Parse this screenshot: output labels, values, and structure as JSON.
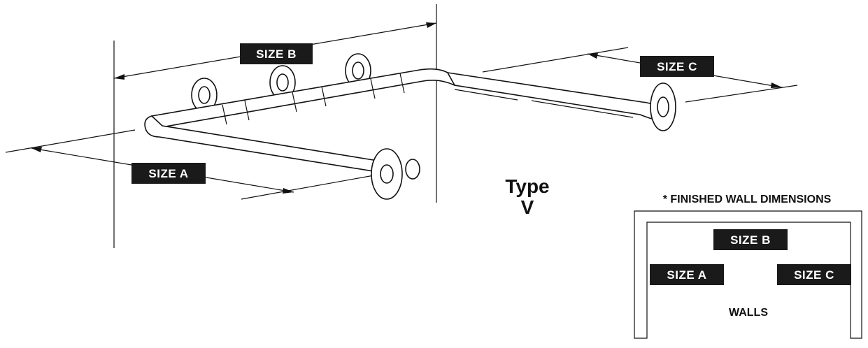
{
  "type_label": {
    "line1": "Type",
    "line2": "V"
  },
  "dimension_labels": {
    "size_a": "SIZE  A",
    "size_b": "SIZE  B",
    "size_c": "SIZE  C"
  },
  "key": {
    "note": "* FINISHED WALL DIMENSIONS",
    "size_b": "SIZE  B",
    "size_a": "SIZE  A",
    "size_c": "SIZE  C",
    "walls": "WALLS"
  }
}
